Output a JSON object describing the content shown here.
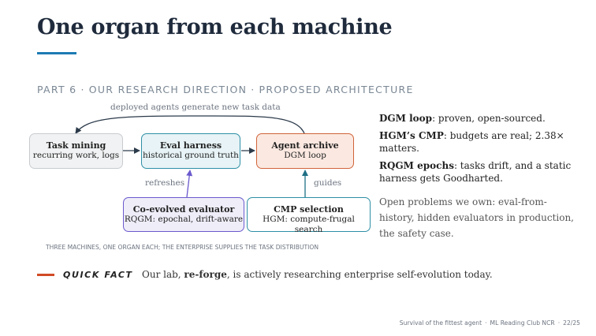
{
  "title": "One organ from each machine",
  "section": {
    "part": "PART 6",
    "direction": "OUR RESEARCH DIRECTION",
    "topic": "PROPOSED ARCHITECTURE",
    "separator": "·"
  },
  "diagram": {
    "top_arrow_label": "deployed agents generate new task data",
    "boxes": {
      "task_mining": {
        "title": "Task mining",
        "subtitle": "recurring work, logs"
      },
      "eval_harness": {
        "title": "Eval harness",
        "subtitle": "historical ground truth"
      },
      "agent_archive": {
        "title": "Agent archive",
        "subtitle": "DGM loop"
      },
      "co_evolved": {
        "title": "Co-evolved evaluator",
        "subtitle": "RQGM: epochal, drift-aware"
      },
      "cmp_selection": {
        "title": "CMP selection",
        "subtitle": "HGM: compute-frugal search"
      }
    },
    "refreshes_label": "refreshes",
    "guides_label": "guides",
    "caption": "THREE MACHINES, ONE ORGAN EACH; THE ENTERPRISE SUPPLIES THE TASK DISTRIBUTION"
  },
  "points": [
    {
      "term": "DGM loop",
      "text": ": proven, open-sourced."
    },
    {
      "term": "HGM’s CMP",
      "text": ": budgets are real; 2.38× matters."
    },
    {
      "term": "RQGM epochs",
      "text": ": tasks drift, and a static harness gets Goodharted."
    }
  ],
  "open_problems": "Open problems we own: eval-from-history, hidden evaluators in production, the safety case.",
  "quick_fact": {
    "label": "QUICK FACT",
    "prefix": "Our lab, ",
    "name": "re-forge",
    "suffix": ", is actively researching enterprise self-evolution today."
  },
  "footer": {
    "talk": "Survival of the fittest agent",
    "club": "ML Reading Club NCR",
    "page": "22/25",
    "separator": "·"
  },
  "colors": {
    "accent_blue": "#1d7bb3",
    "accent_orange": "#d14a25",
    "teal": "#2e8fa6",
    "purple": "#6a5acd",
    "orange": "#d1643a"
  }
}
